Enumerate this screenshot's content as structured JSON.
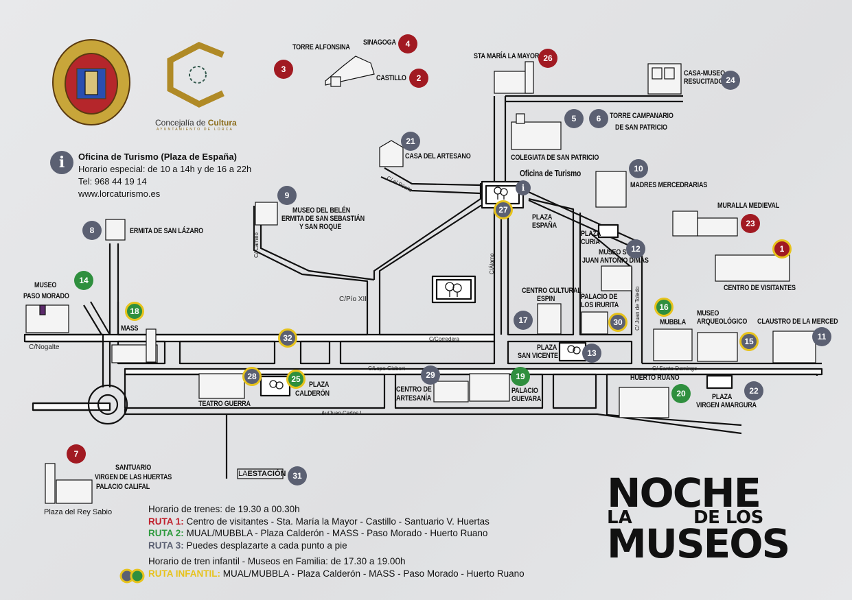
{
  "event_title": {
    "line1": "NOCHE",
    "line2a": "LA",
    "line2b": "DE LOS",
    "line3": "MUSEOS"
  },
  "logos": {
    "concejalia_name_a": "Concejalía de ",
    "concejalia_name_b": "Cultura",
    "concejalia_sub": "Ayuntamiento de Lorca"
  },
  "tourism_office": {
    "title": "Oficina de Turismo (Plaza de España)",
    "hours": "Horario especial: de 10 a 14h y de 16 a 22h",
    "phone": "Tel: 968 44 19 14",
    "web": "www.lorcaturismo.es"
  },
  "legend": {
    "trains_hours": "Horario de trenes: de 19.30 a 00.30h",
    "ruta1_label": "RUTA 1:",
    "ruta1_text": " Centro de visitantes - Sta. María la Mayor - Castillo - Santuario V. Huertas",
    "ruta2_label": "RUTA 2:",
    "ruta2_text": " MUAL/MUBBLA - Plaza Calderón - MASS - Paso Morado - Huerto Ruano",
    "ruta3_label": "RUTA 3:",
    "ruta3_text": " Puedes desplazarte a cada punto a pie",
    "child_train_hours": "Horario de tren infantil - Museos en Familia: de 17.30 a 19.00h",
    "ruta_infantil_label": "RUTA INFANTIL:",
    "ruta_infantil_text": " MUAL/MUBBLA - Plaza Calderón - MASS - Paso Morado - Huerto Ruano"
  },
  "colors": {
    "ruta1": "#a11a22",
    "ruta2": "#2f8f3e",
    "ruta3": "#5b6072",
    "ruta_infantil": "#e7c31c"
  },
  "markers": [
    {
      "id": "m1",
      "num": "1",
      "color": "red",
      "ring": true
    },
    {
      "id": "m2",
      "num": "2",
      "color": "red",
      "ring": false
    },
    {
      "id": "m3",
      "num": "3",
      "color": "red",
      "ring": false
    },
    {
      "id": "m4",
      "num": "4",
      "color": "red",
      "ring": false
    },
    {
      "id": "m5",
      "num": "5",
      "color": "grey",
      "ring": false
    },
    {
      "id": "m6",
      "num": "6",
      "color": "grey",
      "ring": false
    },
    {
      "id": "m7",
      "num": "7",
      "color": "red",
      "ring": false
    },
    {
      "id": "m8",
      "num": "8",
      "color": "grey",
      "ring": false
    },
    {
      "id": "m9",
      "num": "9",
      "color": "grey",
      "ring": false
    },
    {
      "id": "m10",
      "num": "10",
      "color": "grey",
      "ring": false
    },
    {
      "id": "m11",
      "num": "11",
      "color": "grey",
      "ring": false
    },
    {
      "id": "m12",
      "num": "12",
      "color": "grey",
      "ring": false
    },
    {
      "id": "m13",
      "num": "13",
      "color": "grey",
      "ring": false
    },
    {
      "id": "m14",
      "num": "14",
      "color": "green",
      "ring": false
    },
    {
      "id": "m15",
      "num": "15",
      "color": "grey",
      "ring": true
    },
    {
      "id": "m16",
      "num": "16",
      "color": "green",
      "ring": true
    },
    {
      "id": "m17",
      "num": "17",
      "color": "grey",
      "ring": false
    },
    {
      "id": "m18",
      "num": "18",
      "color": "green",
      "ring": true
    },
    {
      "id": "m19",
      "num": "19",
      "color": "green",
      "ring": false
    },
    {
      "id": "m20",
      "num": "20",
      "color": "green",
      "ring": false
    },
    {
      "id": "m21",
      "num": "21",
      "color": "grey",
      "ring": false
    },
    {
      "id": "m22",
      "num": "22",
      "color": "grey",
      "ring": false
    },
    {
      "id": "m23",
      "num": "23",
      "color": "red",
      "ring": false
    },
    {
      "id": "m24",
      "num": "24",
      "color": "grey",
      "ring": false
    },
    {
      "id": "m25",
      "num": "25",
      "color": "green",
      "ring": true
    },
    {
      "id": "m26",
      "num": "26",
      "color": "red",
      "ring": false
    },
    {
      "id": "m27",
      "num": "27",
      "color": "grey",
      "ring": true
    },
    {
      "id": "m28",
      "num": "28",
      "color": "grey",
      "ring": true
    },
    {
      "id": "m29",
      "num": "29",
      "color": "grey",
      "ring": false
    },
    {
      "id": "m30",
      "num": "30",
      "color": "grey",
      "ring": true
    },
    {
      "id": "m31",
      "num": "31",
      "color": "grey",
      "ring": false
    },
    {
      "id": "m32",
      "num": "32",
      "color": "grey",
      "ring": true
    }
  ],
  "places": {
    "torre_alfonsina": "TORRE ALFONSINA",
    "sinagoga": "SINAGOGA",
    "castillo": "CASTILLO",
    "sta_maria": "STA MARÍA LA MAYOR",
    "casa_museo_a": "CASA-MUSEO",
    "casa_museo_b": "RESUCITADO",
    "torre_campanario_a": "TORRE CAMPANARIO",
    "torre_campanario_b": "DE SAN PATRICIO",
    "colegiata": "COLEGIATA DE SAN PATRICIO",
    "casa_artesano": "CASA DEL ARTESANO",
    "oficina_turismo": "Oficina de Turismo",
    "madres": "MADRES MERCEDRARIAS",
    "muralla": "MURALLA MEDIEVAL",
    "museo_belen_a": "MUSEO DEL BELÉN",
    "museo_belen_b": "ERMITA DE SAN SEBASTIÁN",
    "museo_belen_c": "Y SAN ROQUE",
    "ermita_lazaro": "ERMITA DE SAN LÁZARO",
    "plaza_espana_a": "PLAZA",
    "plaza_espana_b": "ESPAÑA",
    "plaza_curia_a": "PLAZA",
    "plaza_curia_b": "CURIA",
    "museo_scout_a": "MUSEO SCOUT",
    "museo_scout_b": "JUAN ANTONIO DIMAS",
    "centro_visitantes": "CENTRO DE VISITANTES",
    "museo_paso_a": "MUSEO",
    "museo_paso_b": "PASO MORADO",
    "mass": "MASS",
    "centro_cultural_a": "CENTRO CULTURAL",
    "centro_cultural_b": "ESPIN",
    "palacio_irurita_a": "PALACIO DE",
    "palacio_irurita_b": "LOS IRURITA",
    "mubbla": "MUBBLA",
    "museo_arq_a": "MUSEO",
    "museo_arq_b": "ARQUEOLÓGICO",
    "claustro": "CLAUSTRO DE LA MERCED",
    "plaza_san_vicente_a": "PLAZA",
    "plaza_san_vicente_b": "SAN VICENTE",
    "plaza_calderon_a": "PLAZA",
    "plaza_calderon_b": "CALDERÓN",
    "teatro_guerra": "TEATRO GUERRA",
    "centro_artesania_a": "CENTRO DE",
    "centro_artesania_b": "ARTESANÍA",
    "palacio_guevara_a": "PALACIO",
    "palacio_guevara_b": "GUEVARA",
    "huerto_ruano": "HUERTO RUANO",
    "plaza_virgen_a": "PLAZA",
    "plaza_virgen_b": "VIRGEN AMARGURA",
    "santuario_a": "SANTUARIO",
    "santuario_b": "VIRGEN DE LAS HUERTAS",
    "santuario_c": "PALACIO CALIFAL",
    "plaza_rey_sabio": "Plaza del Rey Sabio",
    "la_estacion_a": "LA",
    "la_estacion_b": "ESTACIÓN"
  },
  "streets": {
    "nogalte": "C/Nogalte",
    "pio_xii": "C/Pío XII",
    "corredera": "C/Corredera",
    "lope_gisbert": "C/Lope Gisbert",
    "juan_carlos": "Av/Juan Carlos I",
    "santo_domingo": "C/ Santo Domingo",
    "alamo": "C/Álamo",
    "juan_toledo": "C/ Juan de Toledo",
    "camillo": "C/ Camillo",
    "el_posito": "C/ el Pósito"
  }
}
